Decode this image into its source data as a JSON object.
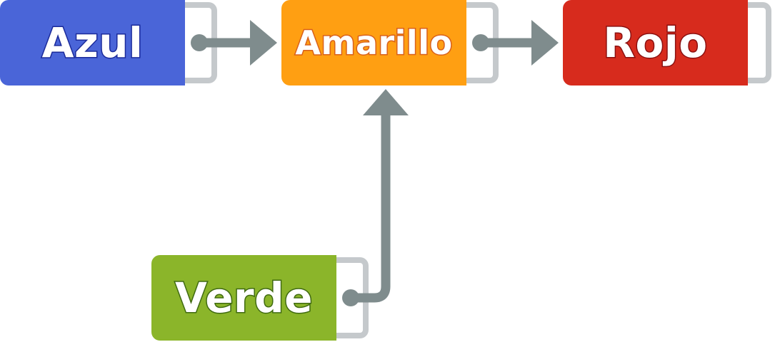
{
  "colors": {
    "connector": "#7f8c8d",
    "bracket": "#c5c9cc"
  },
  "nodes": {
    "azul": {
      "label": "Azul",
      "color": "#4a65d8"
    },
    "amarillo": {
      "label": "Amarillo",
      "color": "#ff9f12"
    },
    "rojo": {
      "label": "Rojo",
      "color": "#d72b1d"
    },
    "verde": {
      "label": "Verde",
      "color": "#8bb52a"
    }
  },
  "edges": [
    {
      "from": "azul",
      "to": "amarillo"
    },
    {
      "from": "amarillo",
      "to": "rojo"
    },
    {
      "from": "verde",
      "to": "amarillo"
    }
  ]
}
